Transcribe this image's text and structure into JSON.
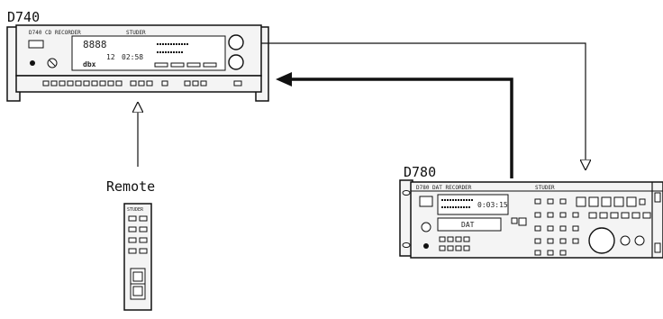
{
  "devices": {
    "d740": {
      "name": "D740",
      "panel_label": "D740 CD RECORDER",
      "brand": "STUDER",
      "display_counter": "8888",
      "display_track": "12",
      "display_time": "02:58",
      "logo_text": "dbx"
    },
    "d780": {
      "name": "D780",
      "panel_label": "D780 DAT RECORDER",
      "brand": "STUDER",
      "display_time": "0:03:15",
      "dat_text": "DAT"
    },
    "remote": {
      "name": "Remote",
      "brand": "STUDER"
    }
  },
  "connections": [
    {
      "from": "d740",
      "to": "d780",
      "style": "thin",
      "arrowhead": "open"
    },
    {
      "from": "d780",
      "to": "d740",
      "style": "thick",
      "arrowhead": "filled"
    },
    {
      "from": "remote",
      "to": "d740",
      "style": "thin",
      "arrowhead": "open"
    }
  ],
  "colors": {
    "ink": "#111111",
    "panel": "#f4f4f4",
    "background": "#ffffff"
  }
}
